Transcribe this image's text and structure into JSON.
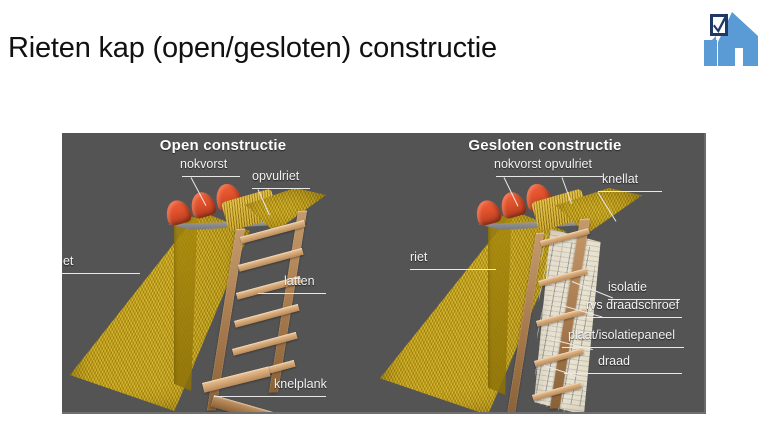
{
  "slide": {
    "title": "Rieten kap (open/gesloten) constructie",
    "background_color": "#ffffff",
    "title_color": "#111111"
  },
  "logo": {
    "name": "house-check-logo",
    "primary_color": "#5b9bd5",
    "accent_color": "#1f3864"
  },
  "figure": {
    "background_color": "#545454",
    "panels": [
      {
        "id": "open",
        "heading": "Open constructie",
        "labels": [
          {
            "id": "nokvorst",
            "text": "nokvorst"
          },
          {
            "id": "opvulriet",
            "text": "opvulriet"
          },
          {
            "id": "riet",
            "text": "riet"
          },
          {
            "id": "latten",
            "text": "latten"
          },
          {
            "id": "knelplank",
            "text": "knelplank"
          }
        ]
      },
      {
        "id": "gesloten",
        "heading": "Gesloten constructie",
        "labels": [
          {
            "id": "nokvorst-opvulriet",
            "text": "nokvorst opvulriet"
          },
          {
            "id": "knellat",
            "text": "knellat"
          },
          {
            "id": "riet",
            "text": "riet"
          },
          {
            "id": "isolatie",
            "text": "isolatie"
          },
          {
            "id": "rvs-draadschroef",
            "text": "rvs draadschroef"
          },
          {
            "id": "plaat-isolatiepaneel",
            "text": "plaat/isolatiepaneel"
          },
          {
            "id": "draad",
            "text": "draad"
          }
        ]
      }
    ],
    "material_colors": {
      "thatch": "#c9a611",
      "ridge_tile": "#e0512c",
      "wood": "#d6a978",
      "insulation_board": "#ded6c2",
      "ridge_base": "#8f8f8f"
    }
  }
}
